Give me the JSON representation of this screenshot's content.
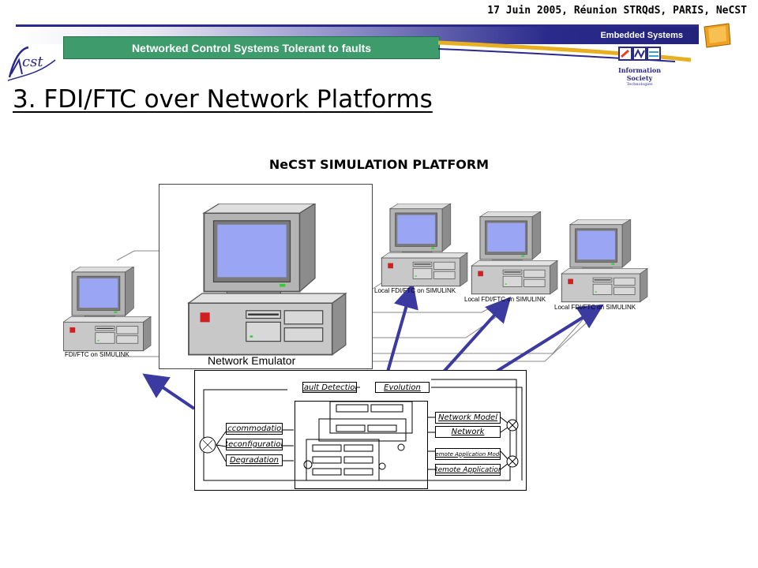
{
  "header": {
    "date_line": "17 Juin 2005, Réunion STRQdS, PARIS, NeCST",
    "band_label": "Embedded Systems",
    "project_tab": "Networked Control Systems Tolerant to faults",
    "logo_text": "NeCST",
    "ist_logo_text": "Information Society",
    "ist_logo_sub": "Technologies"
  },
  "slide": {
    "title": "3. FDI/FTC over Network Platforms",
    "diagram_title": "NeCST SIMULATION PLATFORM"
  },
  "computers": {
    "left_label": "FDI/FTC on SIMULINK",
    "emulator_label": "Network Emulator",
    "local_1_label": "Local FDI/FTC on SIMULINK",
    "local_2_label": "Local FDI/FTC on SIMULINK",
    "local_3_label": "Local FDI/FTC on SIMULINK"
  },
  "simulink": {
    "fault_detection": "Fault Detection",
    "evolution": "Evolution",
    "accommodation": "Accommodation",
    "reconfiguration": "Reconfiguration",
    "degradation": "Degradation",
    "network_model": "Network Model",
    "network": "Network",
    "remote_app_model": "Remote Application Model",
    "remote_application": "Remote Application"
  },
  "colors": {
    "band_dark": "#2a2a8c",
    "tab_green": "#3e9b6c",
    "arrow_blue": "#3a3aa0",
    "screen_blue": "#9aa6f4",
    "case_grey": "#c8c8c8"
  }
}
